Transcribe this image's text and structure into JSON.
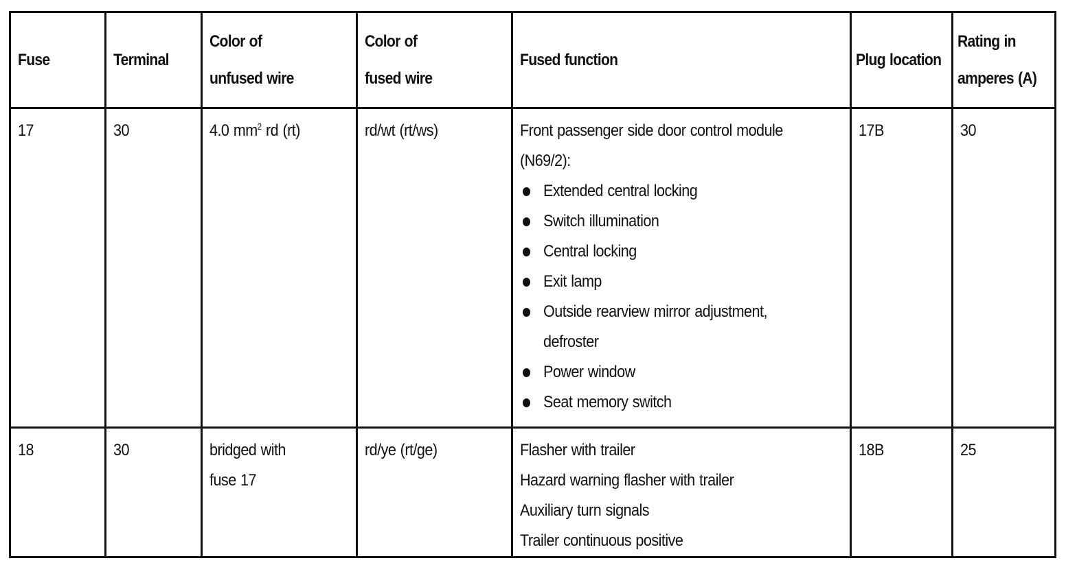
{
  "headers": {
    "fuse": "Fuse",
    "terminal": "Terminal",
    "unfused_color": [
      "Color of",
      "unfused wire"
    ],
    "fused_color": [
      "Color of",
      "fused wire"
    ],
    "fused_function": "Fused function",
    "plug_location": "Plug location",
    "rating": [
      "Rating in",
      "amperes (A)"
    ]
  },
  "rows": [
    {
      "fuse": "17",
      "terminal": "30",
      "unfused_wire": {
        "prefix": "4.0 mm",
        "sup": "2",
        "suffix": " rd (rt)"
      },
      "fused_wire": "rd/wt (rt/ws)",
      "function_intro": [
        "Front passenger side door control module",
        "(N69/2):"
      ],
      "function_bullets": [
        [
          "Extended central locking"
        ],
        [
          "Switch illumination"
        ],
        [
          "Central locking"
        ],
        [
          "Exit lamp"
        ],
        [
          "Outside rearview mirror adjustment,",
          "defroster"
        ],
        [
          "Power window"
        ],
        [
          "Seat memory switch"
        ]
      ],
      "plug_location": "17B",
      "rating": "30"
    },
    {
      "fuse": "18",
      "terminal": "30",
      "unfused_wire_lines": [
        "bridged with",
        "fuse 17"
      ],
      "fused_wire": "rd/ye (rt/ge)",
      "function_lines": [
        "Flasher with trailer",
        "Hazard warning flasher with trailer",
        "Auxiliary turn signals",
        "Trailer continuous positive"
      ],
      "plug_location": "18B",
      "rating": "25"
    }
  ]
}
